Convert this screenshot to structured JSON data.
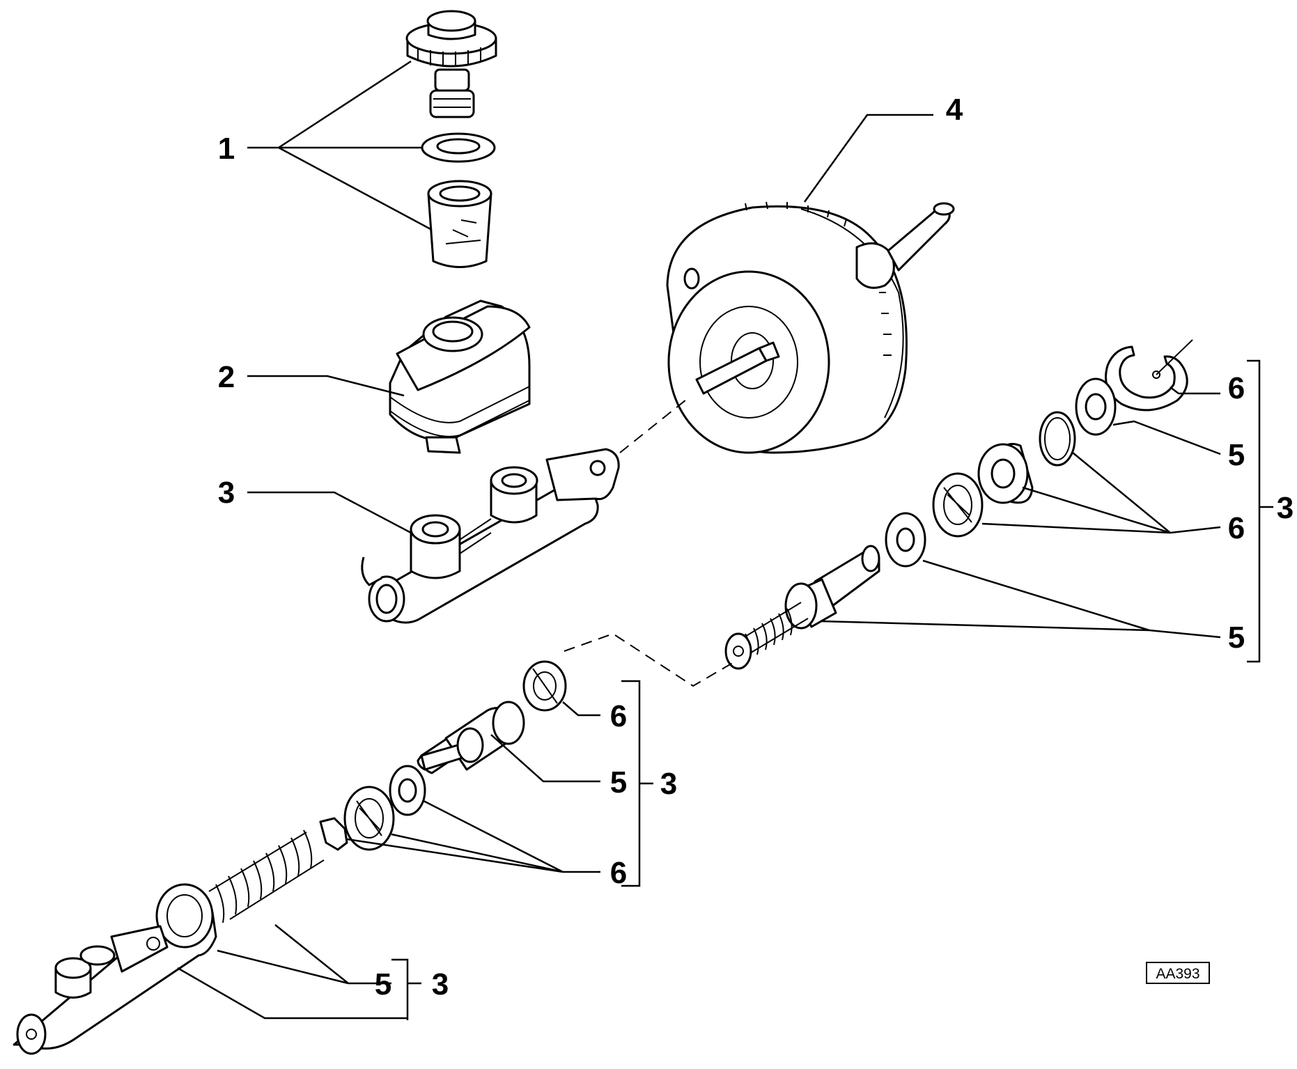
{
  "figure": {
    "reference_code": "AA393",
    "callouts": [
      {
        "id": "c1",
        "label": "1"
      },
      {
        "id": "c2",
        "label": "2"
      },
      {
        "id": "c3a",
        "label": "3"
      },
      {
        "id": "c4",
        "label": "4"
      },
      {
        "id": "c6a",
        "label": "6"
      },
      {
        "id": "c5a",
        "label": "5"
      },
      {
        "id": "c6b",
        "label": "6"
      },
      {
        "id": "c5b",
        "label": "5"
      },
      {
        "id": "c3b",
        "label": "3"
      },
      {
        "id": "c6c",
        "label": "6"
      },
      {
        "id": "c5c",
        "label": "5"
      },
      {
        "id": "c3c",
        "label": "3"
      },
      {
        "id": "c6d",
        "label": "6"
      },
      {
        "id": "c5d",
        "label": "5"
      },
      {
        "id": "c3d",
        "label": "3"
      }
    ]
  },
  "colors": {
    "line": "#000000",
    "background": "#ffffff"
  }
}
